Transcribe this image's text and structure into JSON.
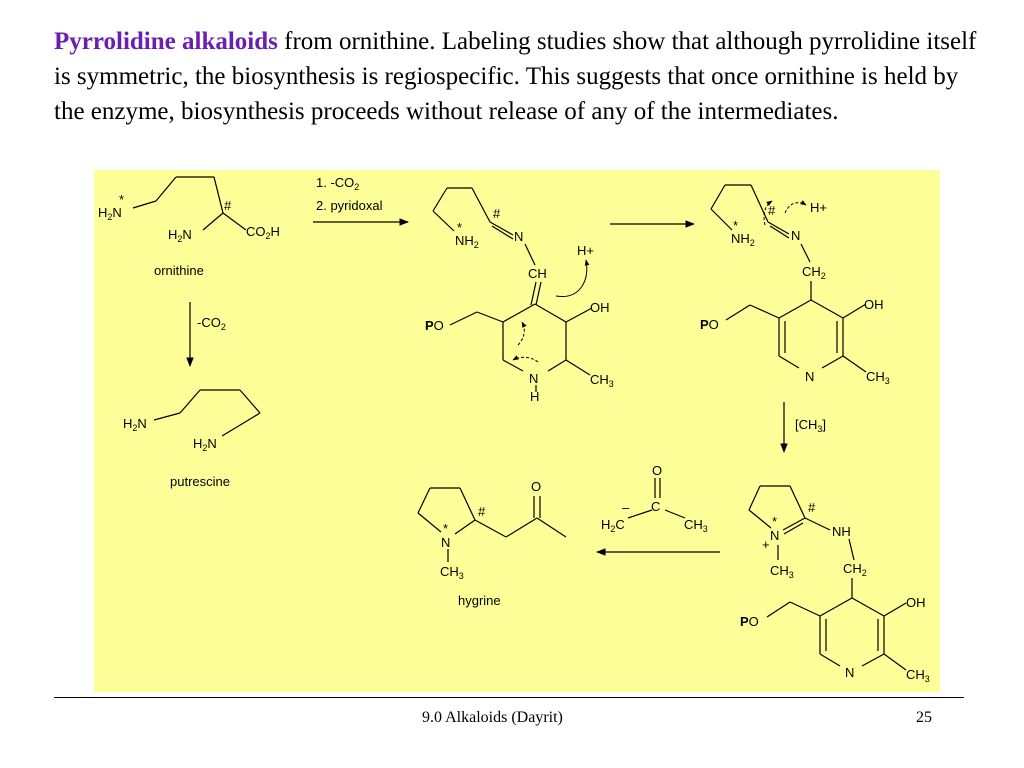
{
  "slide": {
    "title_highlight": "Pyrrolidine alkaloids",
    "title_rest": " from ornithine. Labeling studies show that although pyrrolidine itself is symmetric, the biosynthesis is regiospecific.  This suggests that once ornithine is held by the enzyme, biosynthesis proceeds without release of any of the intermediates."
  },
  "scheme": {
    "background": "#ffff99",
    "compounds": {
      "ornithine": "ornithine",
      "putrescine": "putrescine",
      "hygrine": "hygrine"
    },
    "reagents": {
      "step1": "1. -CO",
      "step1_sub": "2",
      "step2": "2. pyridoxal",
      "decarb": "-CO",
      "decarb_sub": "2",
      "methylation_open": "[CH",
      "methylation_sub": "3",
      "methylation_close": "]"
    },
    "atoms": {
      "H": "H",
      "N": "N",
      "O": "O",
      "C": "C",
      "CH": "CH",
      "CH2": "CH",
      "CH3": "CH",
      "NH": "NH",
      "NH2": "NH",
      "OH": "OH",
      "CO2H": "CO",
      "H2N": "N",
      "H2C": "C",
      "P": "P",
      "Hplus": "H+",
      "plus": "+",
      "minus": "–",
      "two": "2",
      "three": "3",
      "star": "*",
      "hash": "#"
    }
  },
  "footer": {
    "center": "9.0 Alkaloids (Dayrit)",
    "page": "25"
  }
}
